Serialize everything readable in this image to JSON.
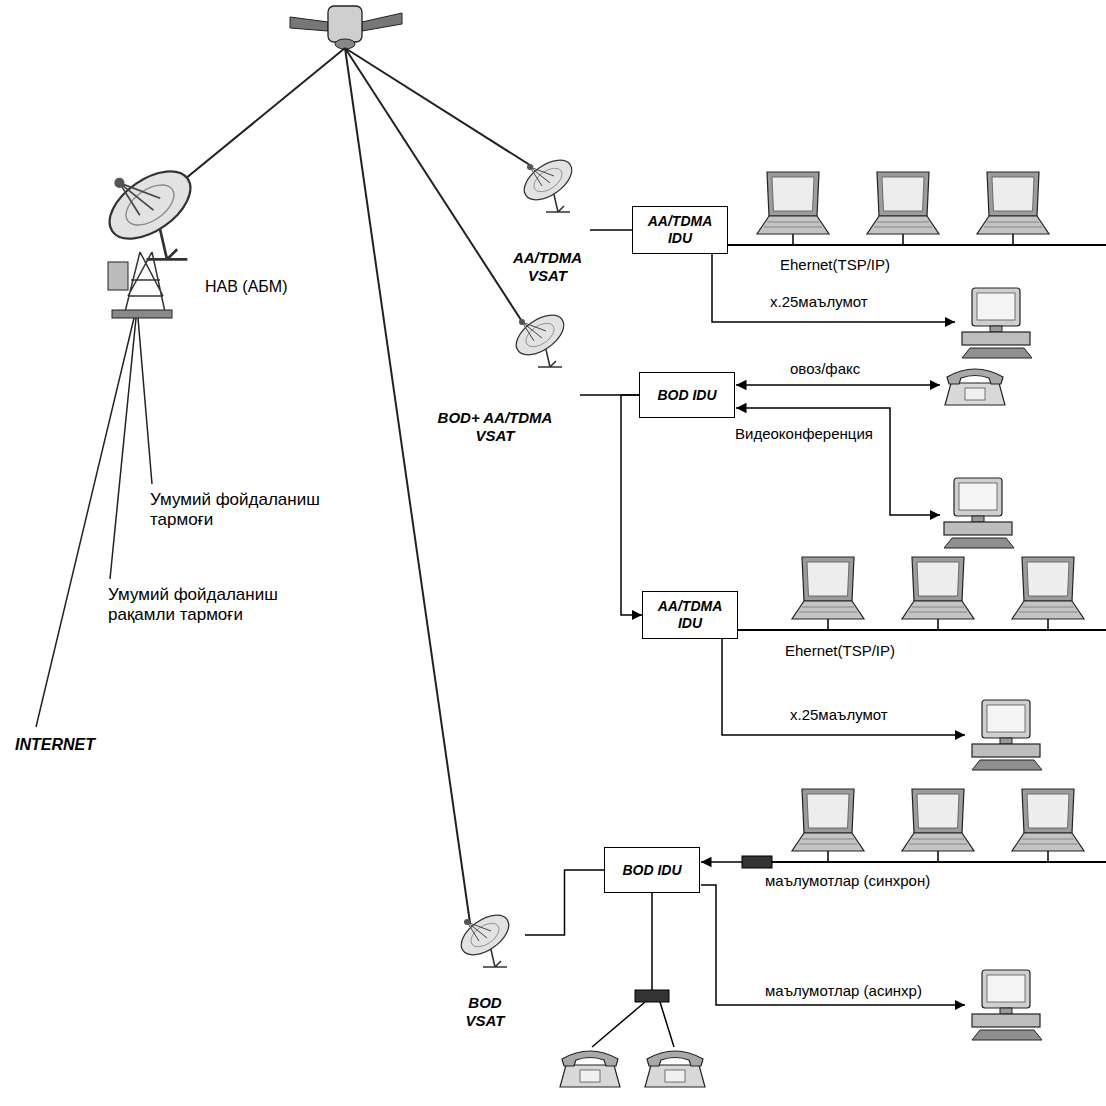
{
  "diagram": {
    "nodes": [
      {
        "text": [
          "НАВ (АБМ)"
        ]
      },
      {
        "text": [
          "AA/TDMA VSAT"
        ]
      },
      {
        "text": [
          "AA/TDMA IDU"
        ]
      },
      {
        "text": [
          "BOD+ AA/TDMA VSAT"
        ]
      },
      {
        "text": [
          "BOD IDU"
        ]
      },
      {
        "text": [
          "AA/TDMA IDU"
        ]
      },
      {
        "text": [
          "BOD VSAT"
        ]
      },
      {
        "text": [
          "BOD IDU"
        ]
      }
    ],
    "edges": [
      {
        "from": 1,
        "to": 2,
        "arrow": "none"
      },
      {
        "from": 3,
        "to": 4,
        "arrow": "none"
      },
      {
        "from": 4,
        "to": 5,
        "arrow": "to"
      },
      {
        "from": 6,
        "to": 7,
        "arrow": "none"
      }
    ],
    "labels": [
      "Умумий фойдаланиш тармоғи",
      "Умумий фойдаланиш рақамли тармоғи",
      "INTERNET",
      "Ehernet(TSP/IP)",
      "x.25маълумот",
      "овоз/факс",
      "Видеоконференция",
      "Ehernet(TSP/IP)",
      "x.25маълумот",
      "маълумотлар (синхрон)",
      "маълумотлар (асинхр)"
    ]
  }
}
